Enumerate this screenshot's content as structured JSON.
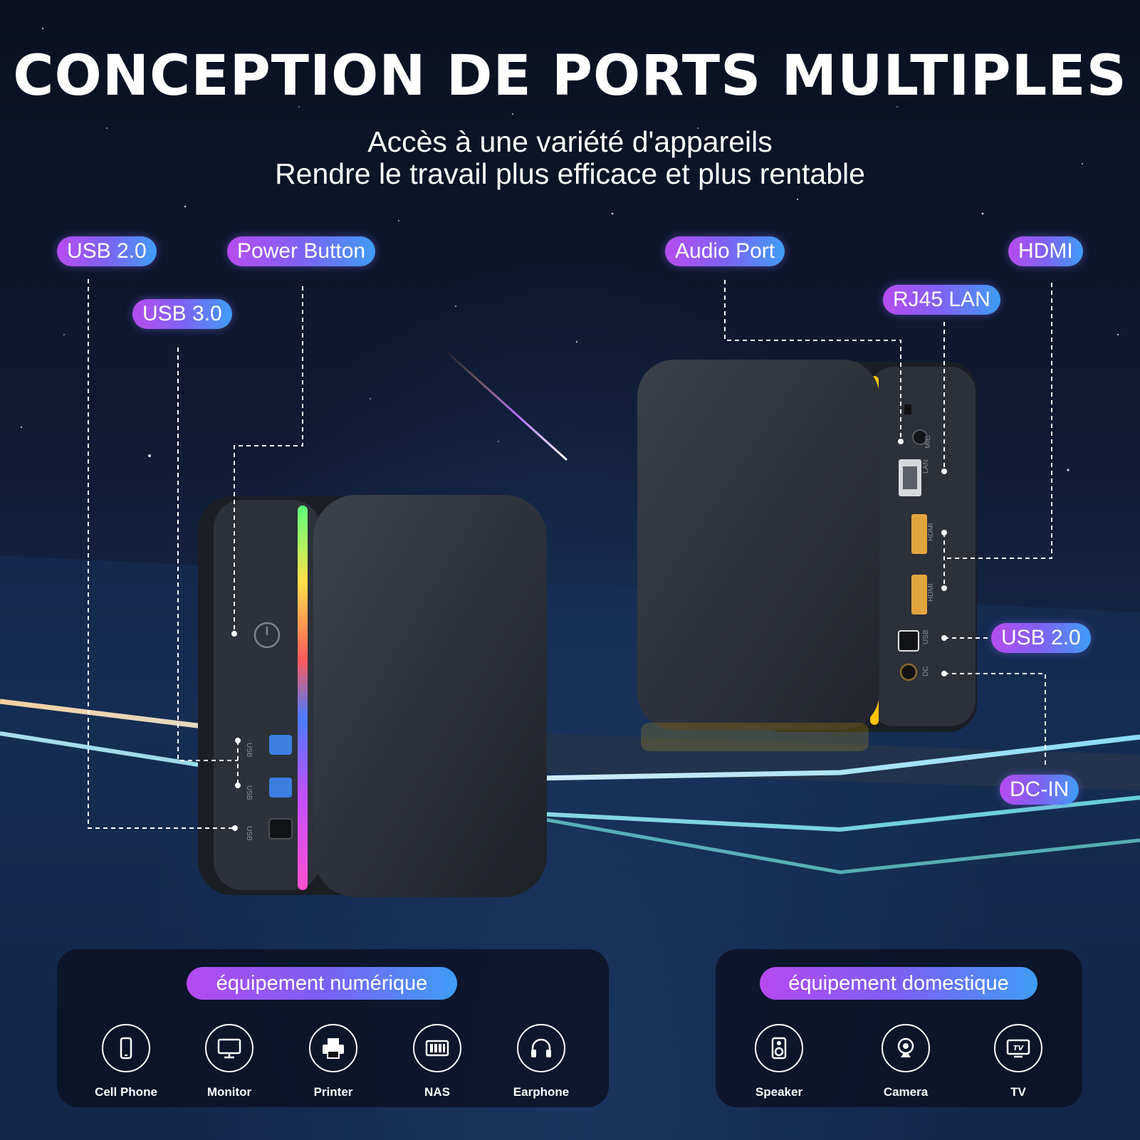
{
  "header": {
    "title": "CONCEPTION DE PORTS MULTIPLES",
    "subtitle_line1": "Accès à une variété d'appareils",
    "subtitle_line2": "Rendre le travail plus efficace et plus rentable"
  },
  "port_labels": {
    "left_usb20": "USB 2.0",
    "power_button": "Power Button",
    "usb30": "USB 3.0",
    "audio_port": "Audio Port",
    "hdmi": "HDMI",
    "rj45_lan": "RJ45 LAN",
    "right_usb20": "USB 2.0",
    "dc_in": "DC-IN"
  },
  "device_port_marks": {
    "usb": "USB",
    "lan": "LAN",
    "hdmi": "HDMI",
    "dc": "DC",
    "mic": "MIC"
  },
  "digital_panel": {
    "title": "équipement numérique",
    "items": [
      {
        "label": "Cell Phone",
        "icon": "phone-icon"
      },
      {
        "label": "Monitor",
        "icon": "monitor-icon"
      },
      {
        "label": "Printer",
        "icon": "printer-icon"
      },
      {
        "label": "NAS",
        "icon": "nas-icon"
      },
      {
        "label": "Earphone",
        "icon": "headphones-icon"
      }
    ]
  },
  "home_panel": {
    "title": "équipement domestique",
    "items": [
      {
        "label": "Speaker",
        "icon": "speaker-icon"
      },
      {
        "label": "Camera",
        "icon": "webcam-icon"
      },
      {
        "label": "TV",
        "icon": "tv-icon"
      }
    ],
    "tv_icon_text": "TV"
  },
  "colors": {
    "pill_gradient_start": "#b74cf0",
    "pill_gradient_end": "#3f9df5",
    "device_body": "#2a2e36",
    "rgb_strip_warm": "#ffc400"
  }
}
